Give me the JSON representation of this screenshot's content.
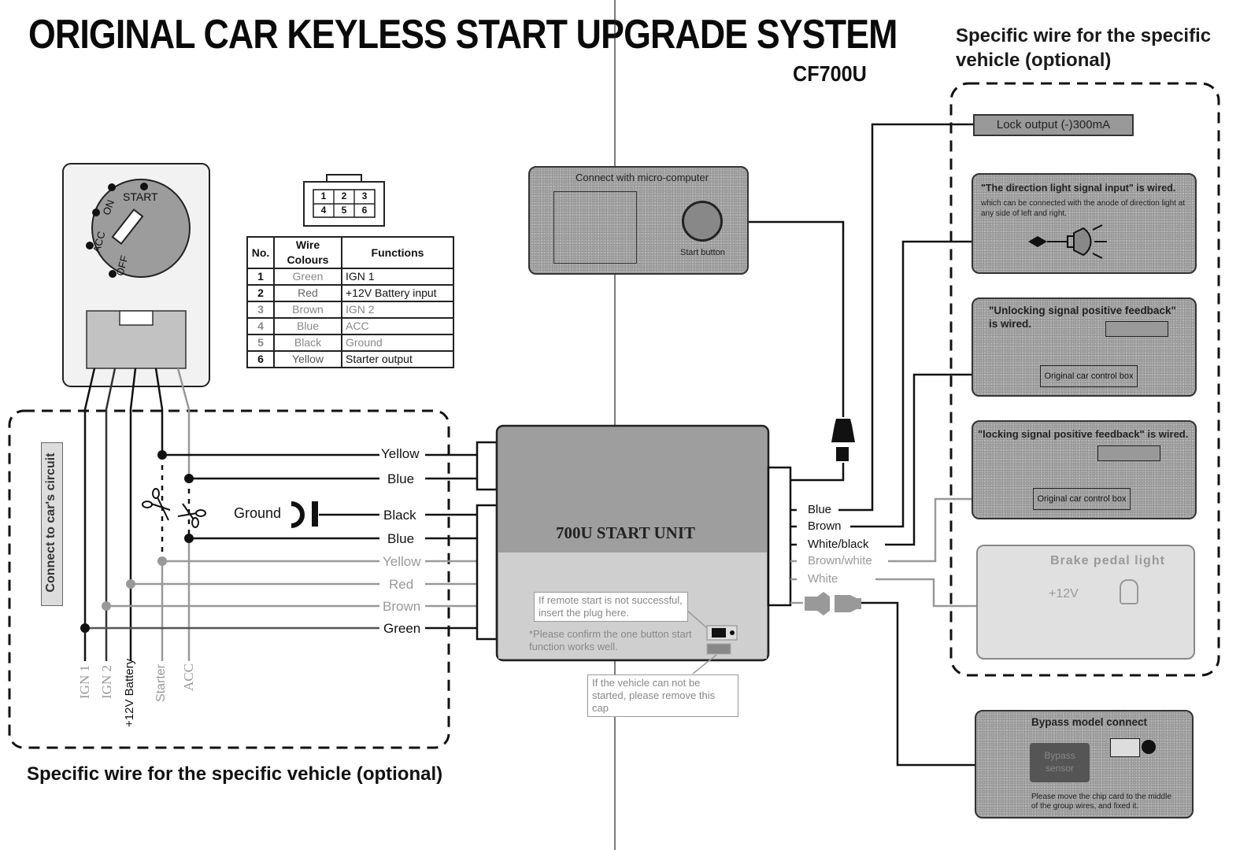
{
  "header": {
    "title": "ORIGINAL CAR KEYLESS START UPGRADE SYSTEM",
    "model": "CF700U",
    "right_heading": "Specific wire for the specific vehicle (optional)",
    "bottom_heading": "Specific wire for the specific vehicle (optional)"
  },
  "ignition_switch": {
    "positions": [
      "START",
      "ON",
      "ACC",
      "OFF"
    ]
  },
  "connector": {
    "pins": [
      "1",
      "2",
      "3",
      "4",
      "5",
      "6"
    ]
  },
  "wire_table": {
    "headers": [
      "No.",
      "Wire Colours",
      "Functions"
    ],
    "rows": [
      {
        "no": "1",
        "colour": "Green",
        "function": "IGN 1"
      },
      {
        "no": "2",
        "colour": "Red",
        "function": "+12V Battery input"
      },
      {
        "no": "3",
        "colour": "Brown",
        "function": "IGN 2"
      },
      {
        "no": "4",
        "colour": "Blue",
        "function": "ACC"
      },
      {
        "no": "5",
        "colour": "Black",
        "function": "Ground"
      },
      {
        "no": "6",
        "colour": "Yellow",
        "function": "Starter output"
      }
    ]
  },
  "micro_computer_panel": {
    "title": "Connect with micro-computer",
    "button_label": "Start button"
  },
  "left_circuit": {
    "callout": "Connect to car's circuit",
    "ground_label": "Ground",
    "wires": [
      {
        "label": "Yellow",
        "tone": "dark"
      },
      {
        "label": "Blue",
        "tone": "dark"
      },
      {
        "label": "Black",
        "tone": "dark"
      },
      {
        "label": "Blue",
        "tone": "dark"
      },
      {
        "label": "Yellow",
        "tone": "light"
      },
      {
        "label": "Red",
        "tone": "light"
      },
      {
        "label": "Brown",
        "tone": "light"
      },
      {
        "label": "Green",
        "tone": "dark"
      }
    ],
    "terminals": [
      "IGN 1",
      "IGN 2",
      "+12V Battery",
      "Starter",
      "ACC"
    ]
  },
  "start_unit": {
    "title": "700U START UNIT",
    "callout_plug": "If remote start is not successful, insert the plug here.",
    "note": "*Please confirm the one button start function works well.",
    "callout_cap": "If the vehicle can not be started, please remove this cap"
  },
  "right_wires": [
    {
      "label": "Blue",
      "tone": "dark"
    },
    {
      "label": "Brown",
      "tone": "dark"
    },
    {
      "label": "White/black",
      "tone": "dark"
    },
    {
      "label": "Brown/white",
      "tone": "light"
    },
    {
      "label": "White",
      "tone": "light"
    }
  ],
  "optional_panels": {
    "lock_output": "Lock output (-)300mA",
    "direction_light": {
      "title": "\"The direction light signal input\" is wired.",
      "desc": "which can be connected with the anode of direction light at any side of left and right."
    },
    "unlocking": {
      "title": "\"Unlocking signal positive feedback\" is wired.",
      "box": "Original car control box"
    },
    "locking": {
      "title": "\"locking signal positive feedback\" is wired.",
      "box": "Original car control box"
    },
    "brake": {
      "title": "Brake pedal light",
      "voltage": "+12V"
    },
    "bypass": {
      "title": "Bypass model connect",
      "sensor": "Bypass sensor",
      "desc": "Please move the chip card to the middle of the group wires, and fixed it."
    }
  },
  "colors": {
    "ink": "#111111",
    "faint_wire": "#9a9a9a",
    "panel_grey": "#a8a8a8"
  }
}
